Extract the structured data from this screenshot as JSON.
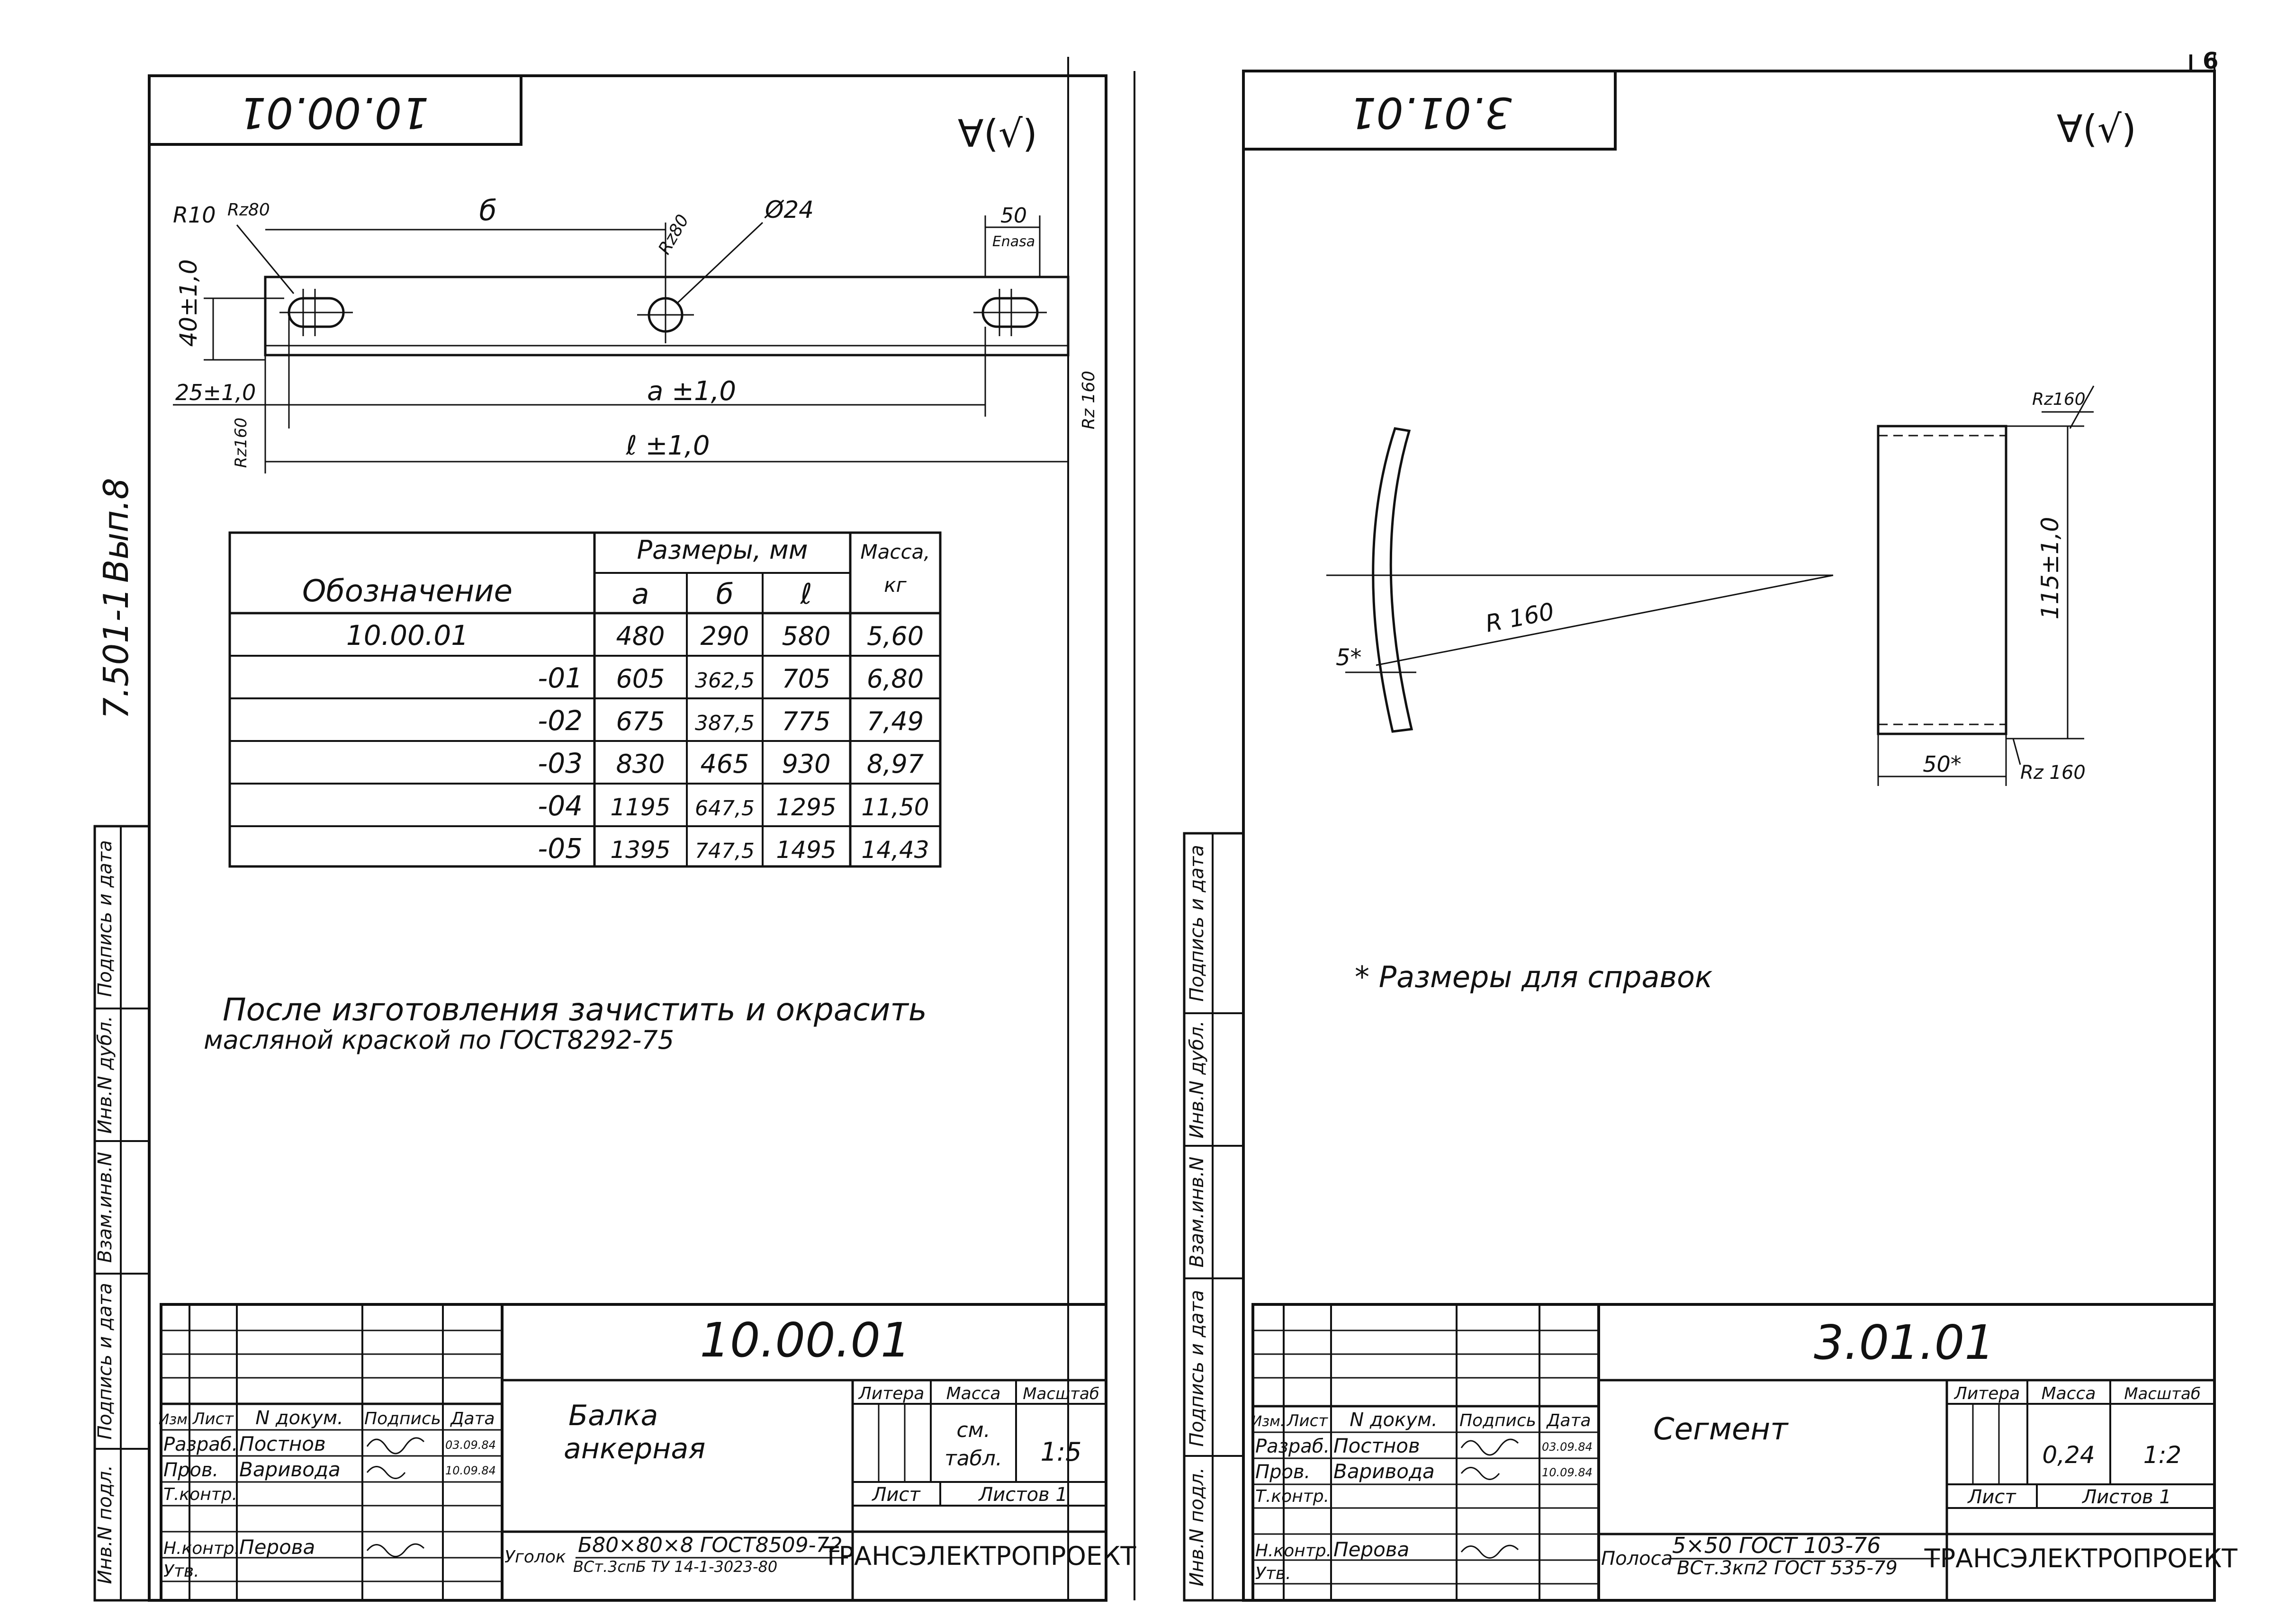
{
  "page_number": "6",
  "series_code": "7.501-1",
  "issue": "Вып.8",
  "stamp_columns": [
    "Инв.N подл.",
    "Подпись и дата",
    "Взам.инв.N",
    "Инв.N дубл.",
    "Подпись и дата"
  ],
  "left_sheet": {
    "rotated_code": "10.00.01",
    "roughness_mark": "∀(√)",
    "dims": {
      "r10": "R10",
      "rz80a": "Rz80",
      "b": "б",
      "rz80b": "Rz80",
      "d24": "Ø24",
      "w50": "50",
      "slot": "Enasa",
      "h40": "40±1,0",
      "off25": "25±1,0",
      "a": "a ±1,0",
      "l": "ℓ ±1,0",
      "rz160a": "Rz160",
      "rz160b": "Rz 160"
    },
    "table": {
      "head_designation": "Обозначение",
      "head_sizes": "Размеры, мм",
      "head_mass": "Масса,",
      "head_mass_unit": "кг",
      "cols": [
        "a",
        "б",
        "ℓ"
      ],
      "rows": [
        {
          "code": "10.00.01",
          "a": "480",
          "b": "290",
          "l": "580",
          "m": "5,60"
        },
        {
          "code": "-01",
          "a": "605",
          "b": "362,5",
          "l": "705",
          "m": "6,80"
        },
        {
          "code": "-02",
          "a": "675",
          "b": "387,5",
          "l": "775",
          "m": "7,49"
        },
        {
          "code": "-03",
          "a": "830",
          "b": "465",
          "l": "930",
          "m": "8,97"
        },
        {
          "code": "-04",
          "a": "1195",
          "b": "647,5",
          "l": "1295",
          "m": "11,50"
        },
        {
          "code": "-05",
          "a": "1395",
          "b": "747,5",
          "l": "1495",
          "m": "14,43"
        }
      ]
    },
    "note_line1": "После изготовления зачистить и окрасить",
    "note_line2": "масляной краской по ГОСТ8292-75",
    "title_block": {
      "doc_code": "10.00.01",
      "name_line1": "Балка",
      "name_line2": "анкерная",
      "litera": "Литера",
      "mass": "Масса",
      "scale": "Масштаб",
      "mass_value1": "см.",
      "mass_value2": "табл.",
      "scale_value": "1:5",
      "sheet": "Лист",
      "sheets": "Листов 1",
      "material_prefix": "Уголок",
      "material_line1": "Б80×80×8 ГОСТ8509-72",
      "material_line2": "ВСт.3спБ ТУ 14-1-3023-80",
      "org": "ТРАНСЭЛЕКТРОПРОЕКТ"
    }
  },
  "right_sheet": {
    "rotated_code": "3.01.01",
    "roughness_mark": "∀(√)",
    "dims": {
      "rz160_top": "Rz160",
      "h115": "115±1,0",
      "w50": "50*",
      "rz160_bottom": "Rz 160",
      "r160": "R 160",
      "angle": "5*"
    },
    "note": "* Размеры для справок",
    "title_block": {
      "doc_code": "3.01.01",
      "name": "Сегмент",
      "litera": "Литера",
      "mass": "Масса",
      "scale": "Масштаб",
      "mass_value": "0,24",
      "scale_value": "1:2",
      "sheet": "Лист",
      "sheets": "Листов 1",
      "material_prefix": "Полоса",
      "material_line1": "5×50 ГОСТ 103-76",
      "material_line2": "ВСт.3кп2 ГОСТ 535-79",
      "org": "ТРАНСЭЛЕКТРОПРОЕКТ"
    }
  },
  "signatures": {
    "h_izm": "Изм.",
    "h_list": "Лист",
    "h_ndoc": "N докум.",
    "h_sign": "Подпись",
    "h_date": "Дата",
    "razrab": "Разраб.",
    "razrab_name": "Постнов",
    "razrab_date": "03.09.84",
    "prov": "Пров.",
    "prov_name": "Варивода",
    "prov_date": "10.09.84",
    "tkontr": "Т.контр.",
    "nkontr": "Н.контр.",
    "nkontr_name": "Перова",
    "utv": "Утв."
  }
}
